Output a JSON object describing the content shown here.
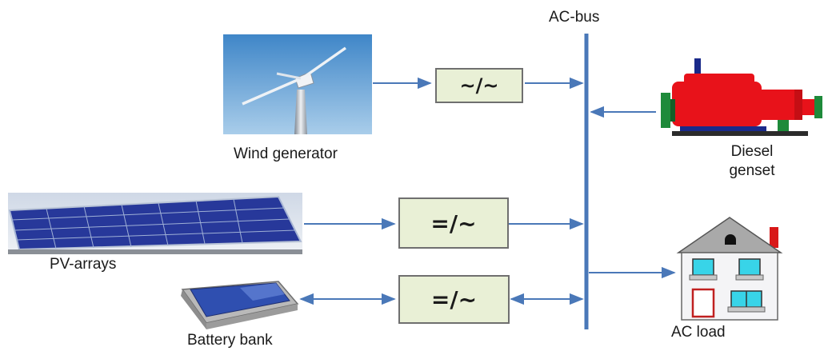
{
  "bus": {
    "label": "AC-bus"
  },
  "sources": {
    "wind": {
      "label": "Wind generator",
      "converter": "~/~"
    },
    "pv": {
      "label": "PV-arrays",
      "converter": "=/~"
    },
    "battery": {
      "label": "Battery bank",
      "converter": "=/~"
    }
  },
  "diesel": {
    "label_line1": "Diesel",
    "label_line2": "genset"
  },
  "load": {
    "label": "AC load"
  },
  "colors": {
    "arrow": "#4a78b8",
    "bus": "#4a78b8",
    "converter_fill": "#e9f0d6",
    "sky": "#5d9bd0",
    "panel": "#2b3f9c",
    "diesel_red": "#e8121a",
    "diesel_green": "#1e8a3a",
    "house_window": "#38d4e8",
    "house_roof": "#9a9a9a",
    "chimney": "#d81818"
  },
  "icons": [
    "wind-turbine-photo",
    "solar-panel-photo",
    "battery-photo",
    "diesel-engine-icon",
    "house-icon"
  ]
}
